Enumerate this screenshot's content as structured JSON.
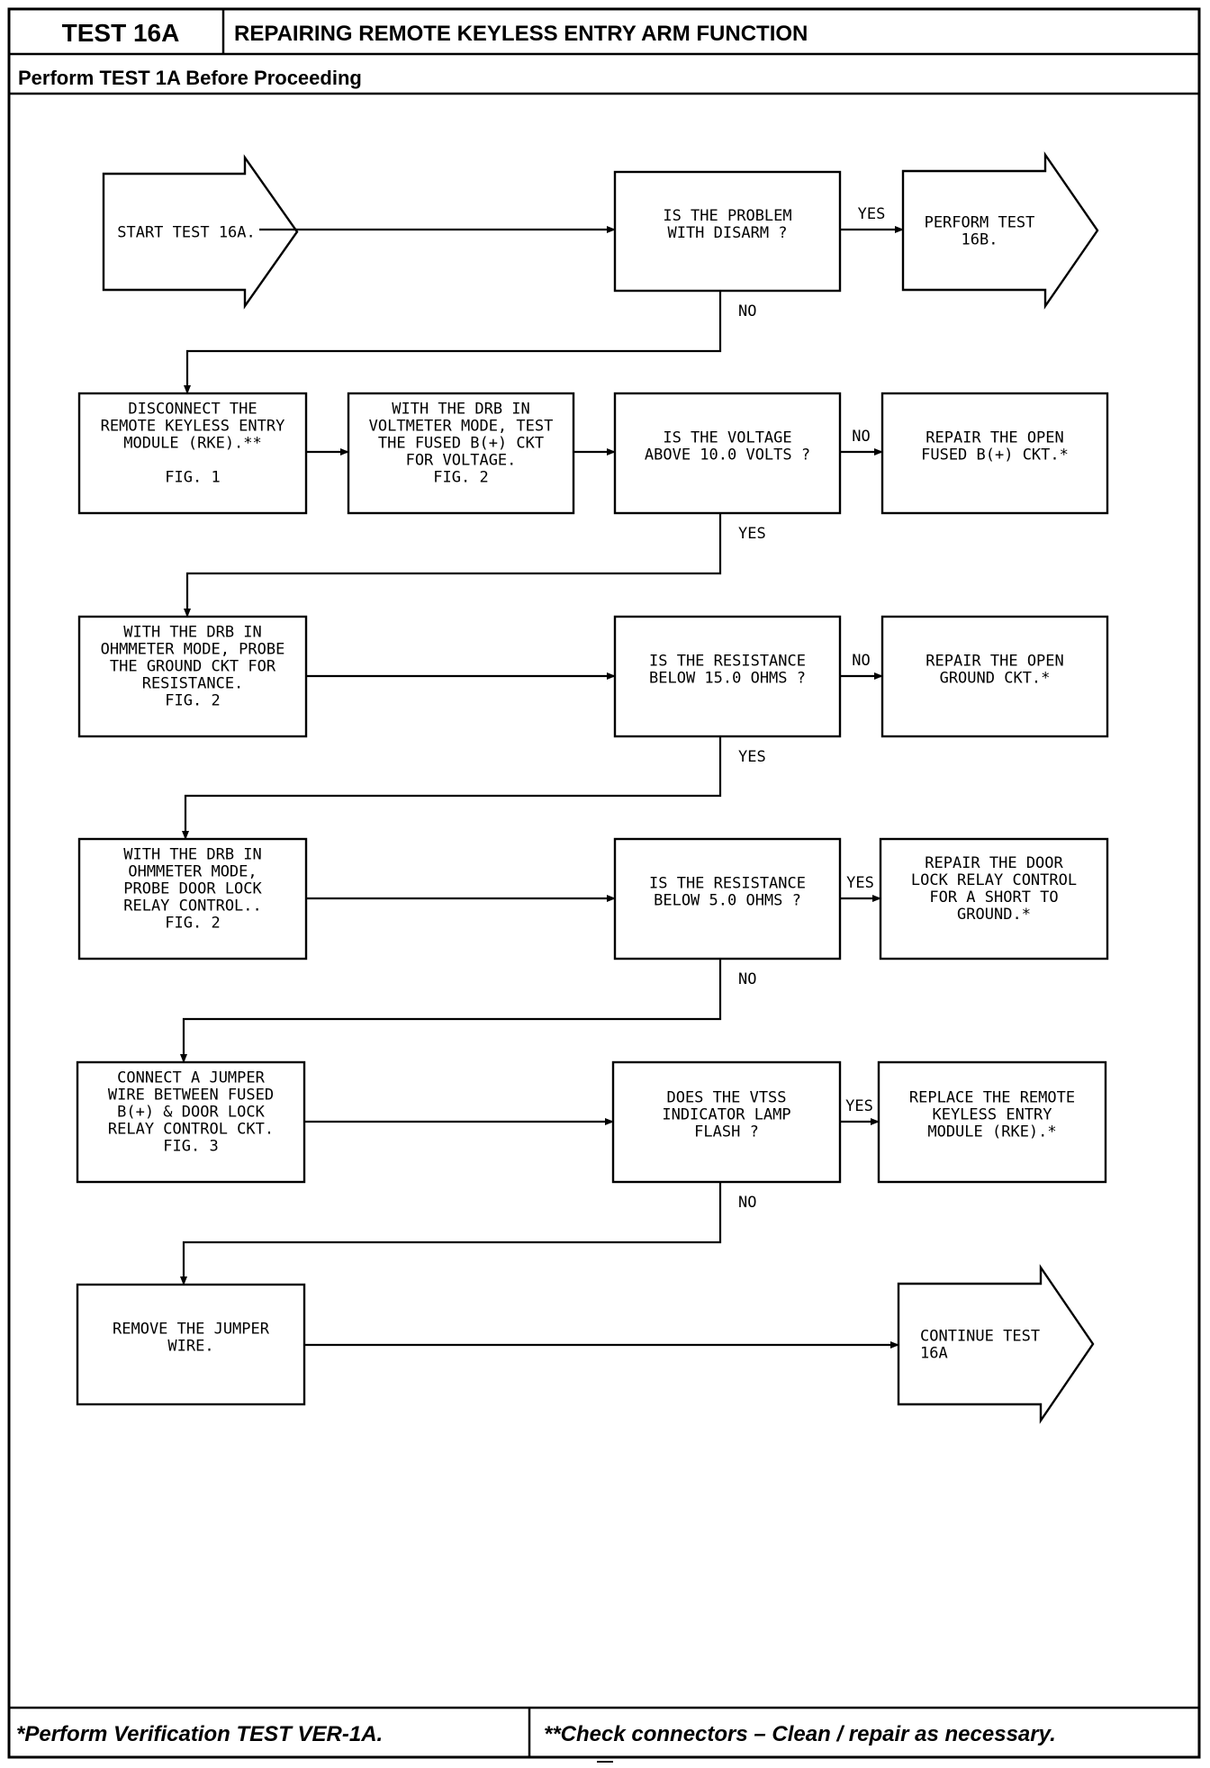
{
  "header": {
    "test_id": "TEST 16A",
    "title": "REPAIRING REMOTE KEYLESS ENTRY ARM FUNCTION",
    "subtitle": "Perform TEST 1A Before Proceeding"
  },
  "footer": {
    "left_note": "*Perform Verification TEST VER-1A.",
    "right_note": "**Check connectors – Clean / repair as necessary."
  },
  "nodes": {
    "start": [
      "START TEST 16A."
    ],
    "q_disarm": [
      "IS THE PROBLEM",
      "WITH DISARM ?"
    ],
    "perform_16b": [
      "PERFORM TEST",
      "16B."
    ],
    "disconnect_rke": [
      "DISCONNECT THE",
      "REMOTE KEYLESS ENTRY",
      "MODULE (RKE).**",
      "",
      "FIG. 1"
    ],
    "test_fused_b": [
      "WITH THE DRB IN",
      "VOLTMETER MODE, TEST",
      "THE FUSED B(+) CKT",
      "FOR VOLTAGE.",
      "FIG. 2"
    ],
    "q_voltage": [
      "IS THE VOLTAGE",
      "ABOVE 10.0 VOLTS ?"
    ],
    "repair_fused_b": [
      "REPAIR THE OPEN",
      "FUSED B(+) CKT.*"
    ],
    "probe_ground": [
      "WITH THE DRB IN",
      "OHMMETER MODE, PROBE",
      "THE GROUND CKT FOR",
      "RESISTANCE.",
      "FIG. 2"
    ],
    "q_res_15": [
      "IS THE RESISTANCE",
      "BELOW 15.0 OHMS ?"
    ],
    "repair_ground": [
      "REPAIR THE OPEN",
      "GROUND CKT.*"
    ],
    "probe_door_lock": [
      "WITH THE DRB IN",
      "OHMMETER MODE,",
      "PROBE DOOR LOCK",
      "RELAY CONTROL..",
      "FIG. 2"
    ],
    "q_res_5": [
      "IS THE RESISTANCE",
      "BELOW 5.0 OHMS ?"
    ],
    "repair_door_lock": [
      "REPAIR THE DOOR",
      "LOCK RELAY CONTROL",
      "FOR A SHORT TO",
      "GROUND.*"
    ],
    "connect_jumper": [
      "CONNECT A JUMPER",
      "WIRE BETWEEN FUSED",
      "B(+) & DOOR LOCK",
      "RELAY CONTROL CKT.",
      "FIG. 3"
    ],
    "q_vtss": [
      "DOES THE VTSS",
      "INDICATOR LAMP",
      "FLASH ?"
    ],
    "replace_rke": [
      "REPLACE THE REMOTE",
      "KEYLESS ENTRY",
      "MODULE (RKE).*"
    ],
    "remove_jumper": [
      "REMOVE THE JUMPER",
      "WIRE."
    ],
    "continue_16a": [
      "CONTINUE TEST",
      "16A"
    ]
  },
  "edges": [
    {
      "from": "start",
      "to": "q_disarm",
      "label": ""
    },
    {
      "from": "q_disarm",
      "to": "perform_16b",
      "label": "YES"
    },
    {
      "from": "q_disarm",
      "to": "disconnect_rke",
      "label": "NO"
    },
    {
      "from": "disconnect_rke",
      "to": "test_fused_b",
      "label": ""
    },
    {
      "from": "test_fused_b",
      "to": "q_voltage",
      "label": ""
    },
    {
      "from": "q_voltage",
      "to": "repair_fused_b",
      "label": "NO"
    },
    {
      "from": "q_voltage",
      "to": "probe_ground",
      "label": "YES"
    },
    {
      "from": "probe_ground",
      "to": "q_res_15",
      "label": ""
    },
    {
      "from": "q_res_15",
      "to": "repair_ground",
      "label": "NO"
    },
    {
      "from": "q_res_15",
      "to": "probe_door_lock",
      "label": "YES"
    },
    {
      "from": "probe_door_lock",
      "to": "q_res_5",
      "label": ""
    },
    {
      "from": "q_res_5",
      "to": "repair_door_lock",
      "label": "YES"
    },
    {
      "from": "q_res_5",
      "to": "connect_jumper",
      "label": "NO"
    },
    {
      "from": "connect_jumper",
      "to": "q_vtss",
      "label": ""
    },
    {
      "from": "q_vtss",
      "to": "replace_rke",
      "label": "YES"
    },
    {
      "from": "q_vtss",
      "to": "remove_jumper",
      "label": "NO"
    },
    {
      "from": "remove_jumper",
      "to": "continue_16a",
      "label": ""
    }
  ],
  "page_mark": "—"
}
